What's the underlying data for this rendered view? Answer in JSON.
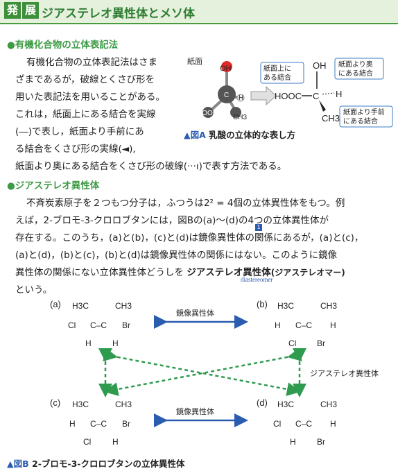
{
  "header": {
    "tag1": "発",
    "tag2": "展",
    "title": "ジアステレオ異性体とメソ体"
  },
  "section1": {
    "heading": "●有機化合物の立体表記法",
    "lines": [
      "有機化合物の立体表記法はさま",
      "ざまであるが，破線とくさび形を",
      "用いた表記法を用いることがある。",
      "これは，紙面上にある結合を実線",
      "(―)で表し，紙面より手前にあ",
      "る結合をくさび形の実線(◄),",
      "紙面より奥にある結合をくさび形の破線(···ı)で表す方法である。"
    ]
  },
  "figA": {
    "caption_mark": "▲図A",
    "caption": "乳酸の立体的な表し方",
    "model_label": "紙面",
    "model_atoms": {
      "oh": "OH",
      "c": "C",
      "h": "H",
      "cooh": "COOH",
      "ch3": "CH3"
    },
    "label_on_paper": "紙面上に\nある結合",
    "label_behind": "紙面より奥\nにある結合",
    "label_front": "紙面より手前\nにある結合",
    "oh": "OH",
    "hooc": "HOOC",
    "c": "C",
    "h": "H",
    "ch3": "CH3"
  },
  "section2": {
    "heading": "●ジアステレオ異性体",
    "lines": [
      "不斉炭素原子を２つもつ分子は，ふつうは2² = 4個の立体異性体をもつ。例",
      "えば，2-ブロモ-3-クロロブタンには，図Bの(a)～(d)の4つの立体異性体が",
      "存在する。このうち，(a)と(b)，(c)と(d)は鏡像異性体の関係にあるが，(a)と(c)，",
      "(a)と(d)，(b)と(c)，(b)と(d)は鏡像異性体の関係にはない。このように鏡像",
      "異性体の関係にない立体異性体どうしを"
    ],
    "term": "ジアステレオ異性体",
    "term_paren": "(ジアステレオマー)",
    "term_en": "diastereomer",
    "last": "という。",
    "badge": "1"
  },
  "figB": {
    "a": "(a)",
    "b": "(b)",
    "c": "(c)",
    "d": "(d)",
    "mirror": "鏡像異性体",
    "diastereo": "ジアステレオ異性体",
    "caption_mark": "▲図B",
    "caption": "2-ブロモ-3-クロロブタンの立体異性体",
    "h3c": "H3C",
    "ch3": "CH3",
    "cl": "Cl",
    "br": "Br",
    "h": "H",
    "cc": "C–C"
  }
}
